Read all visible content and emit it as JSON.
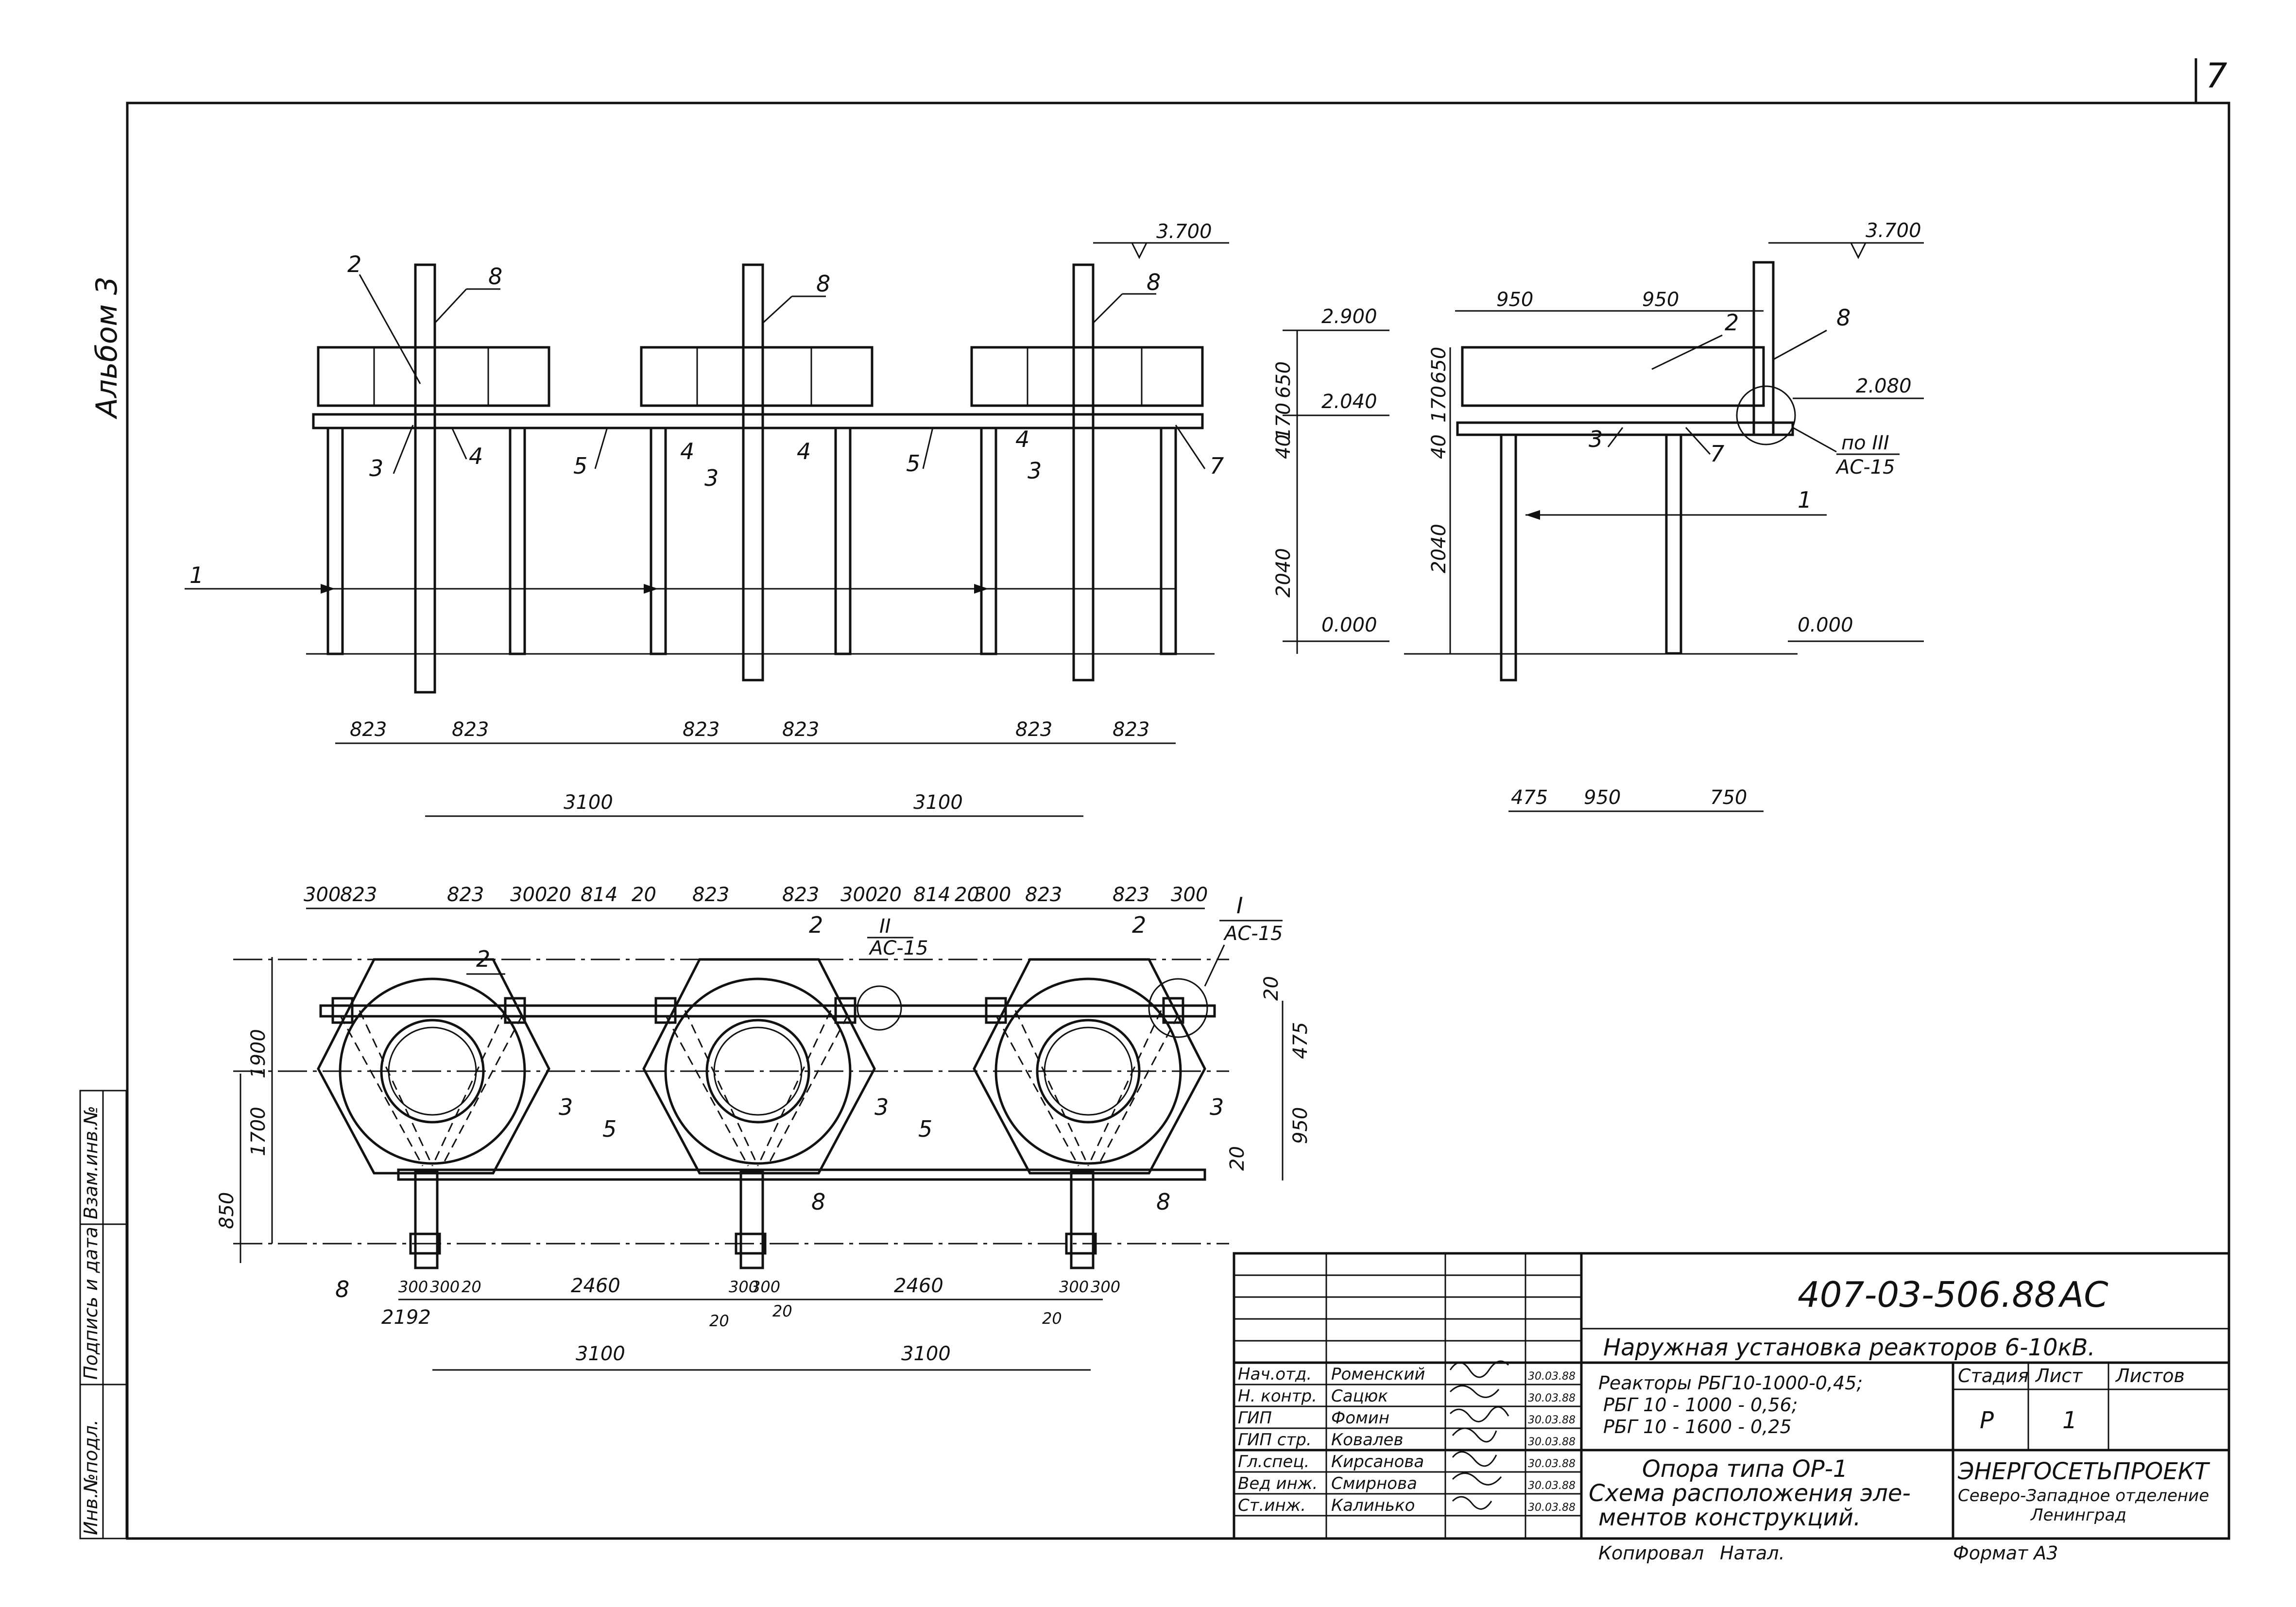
{
  "sheet": {
    "page_number": "7",
    "album_label": "Альбом 3"
  },
  "front_view": {
    "elev_top": "3.700",
    "elev_upper": "2.900",
    "elev_beam": "2.040",
    "elev_ground": "0.000",
    "dim_650": "650",
    "dim_170": "170",
    "dim_40": "40",
    "dim_2040": "2040",
    "dim_823": "823",
    "dim_3100": "3100",
    "labels": [
      "1",
      "2",
      "3",
      "4",
      "5",
      "7",
      "8"
    ]
  },
  "side_view": {
    "elev_top": "3.700",
    "elev_beam": "2.080",
    "elev_ground": "0.000",
    "dim_950": "950",
    "dim_650": "650",
    "dim_170": "170",
    "dim_40": "40",
    "dim_2040": "2040",
    "dim_475": "475",
    "dim_750": "750",
    "detail_ref": "по III",
    "detail_sheet": "АС-15"
  },
  "plan_view": {
    "top_dims": [
      "300",
      "823",
      "823",
      "300",
      "20",
      "814",
      "20",
      "823",
      "823",
      "300",
      "20",
      "814",
      "20",
      "300",
      "823",
      "823",
      "300"
    ],
    "dim_1900": "1900",
    "dim_1700": "1700",
    "dim_850": "850",
    "dim_475": "475",
    "dim_950": "950",
    "dim_20": "20",
    "dim_300": "300",
    "dim_2460": "2460",
    "dim_2192": "2192",
    "dim_3100": "3100",
    "detail_I": "I",
    "detail_II": "II",
    "detail_sheet": "АС-15"
  },
  "side_stamp": {
    "cell1": "Инв.№подл.",
    "cell2": "Подпись и дата",
    "cell3": "Взам.инв.№"
  },
  "title_block": {
    "doc_code": "407-03-506.88",
    "doc_mark": "АС",
    "project_title": "Наружная установка реакторов 6-10кВ.",
    "subject_line1": "Реакторы РБГ10-1000-0,45;",
    "subject_line2": "РБГ 10 - 1000 - 0,56;",
    "subject_line3": "РБГ 10 - 1600 - 0,25",
    "drawing_line1": "Опора типа ОР-1",
    "drawing_line2": "Схема расположения эле-",
    "drawing_line3": "ментов конструкций.",
    "stage_header": "Стадия",
    "sheet_header": "Лист",
    "sheets_header": "Листов",
    "stage_value": "Р",
    "sheet_value": "1",
    "org_name": "ЭНЕРГОСЕТЬПРОЕКТ",
    "org_branch": "Северо-Западное отделение",
    "org_city": "Ленинград",
    "copied_by": "Копировал",
    "copied_name": "Натал.",
    "format": "Формат А3",
    "staff": [
      {
        "role": "Нач.отд.",
        "name": "Роменский",
        "date": "30.03.88"
      },
      {
        "role": "Н. контр.",
        "name": "Сацюк",
        "date": "30.03.88"
      },
      {
        "role": "ГИП",
        "name": "Фомин",
        "date": "30.03.88"
      },
      {
        "role": "ГИП стр.",
        "name": "Ковалев",
        "date": "30.03.88"
      },
      {
        "role": "Гл.спец.",
        "name": "Кирсанова",
        "date": "30.03.88"
      },
      {
        "role": "Вед инж.",
        "name": "Смирнова",
        "date": "30.03.88"
      },
      {
        "role": "Ст.инж.",
        "name": "Калинько",
        "date": "30.03.88"
      }
    ]
  }
}
